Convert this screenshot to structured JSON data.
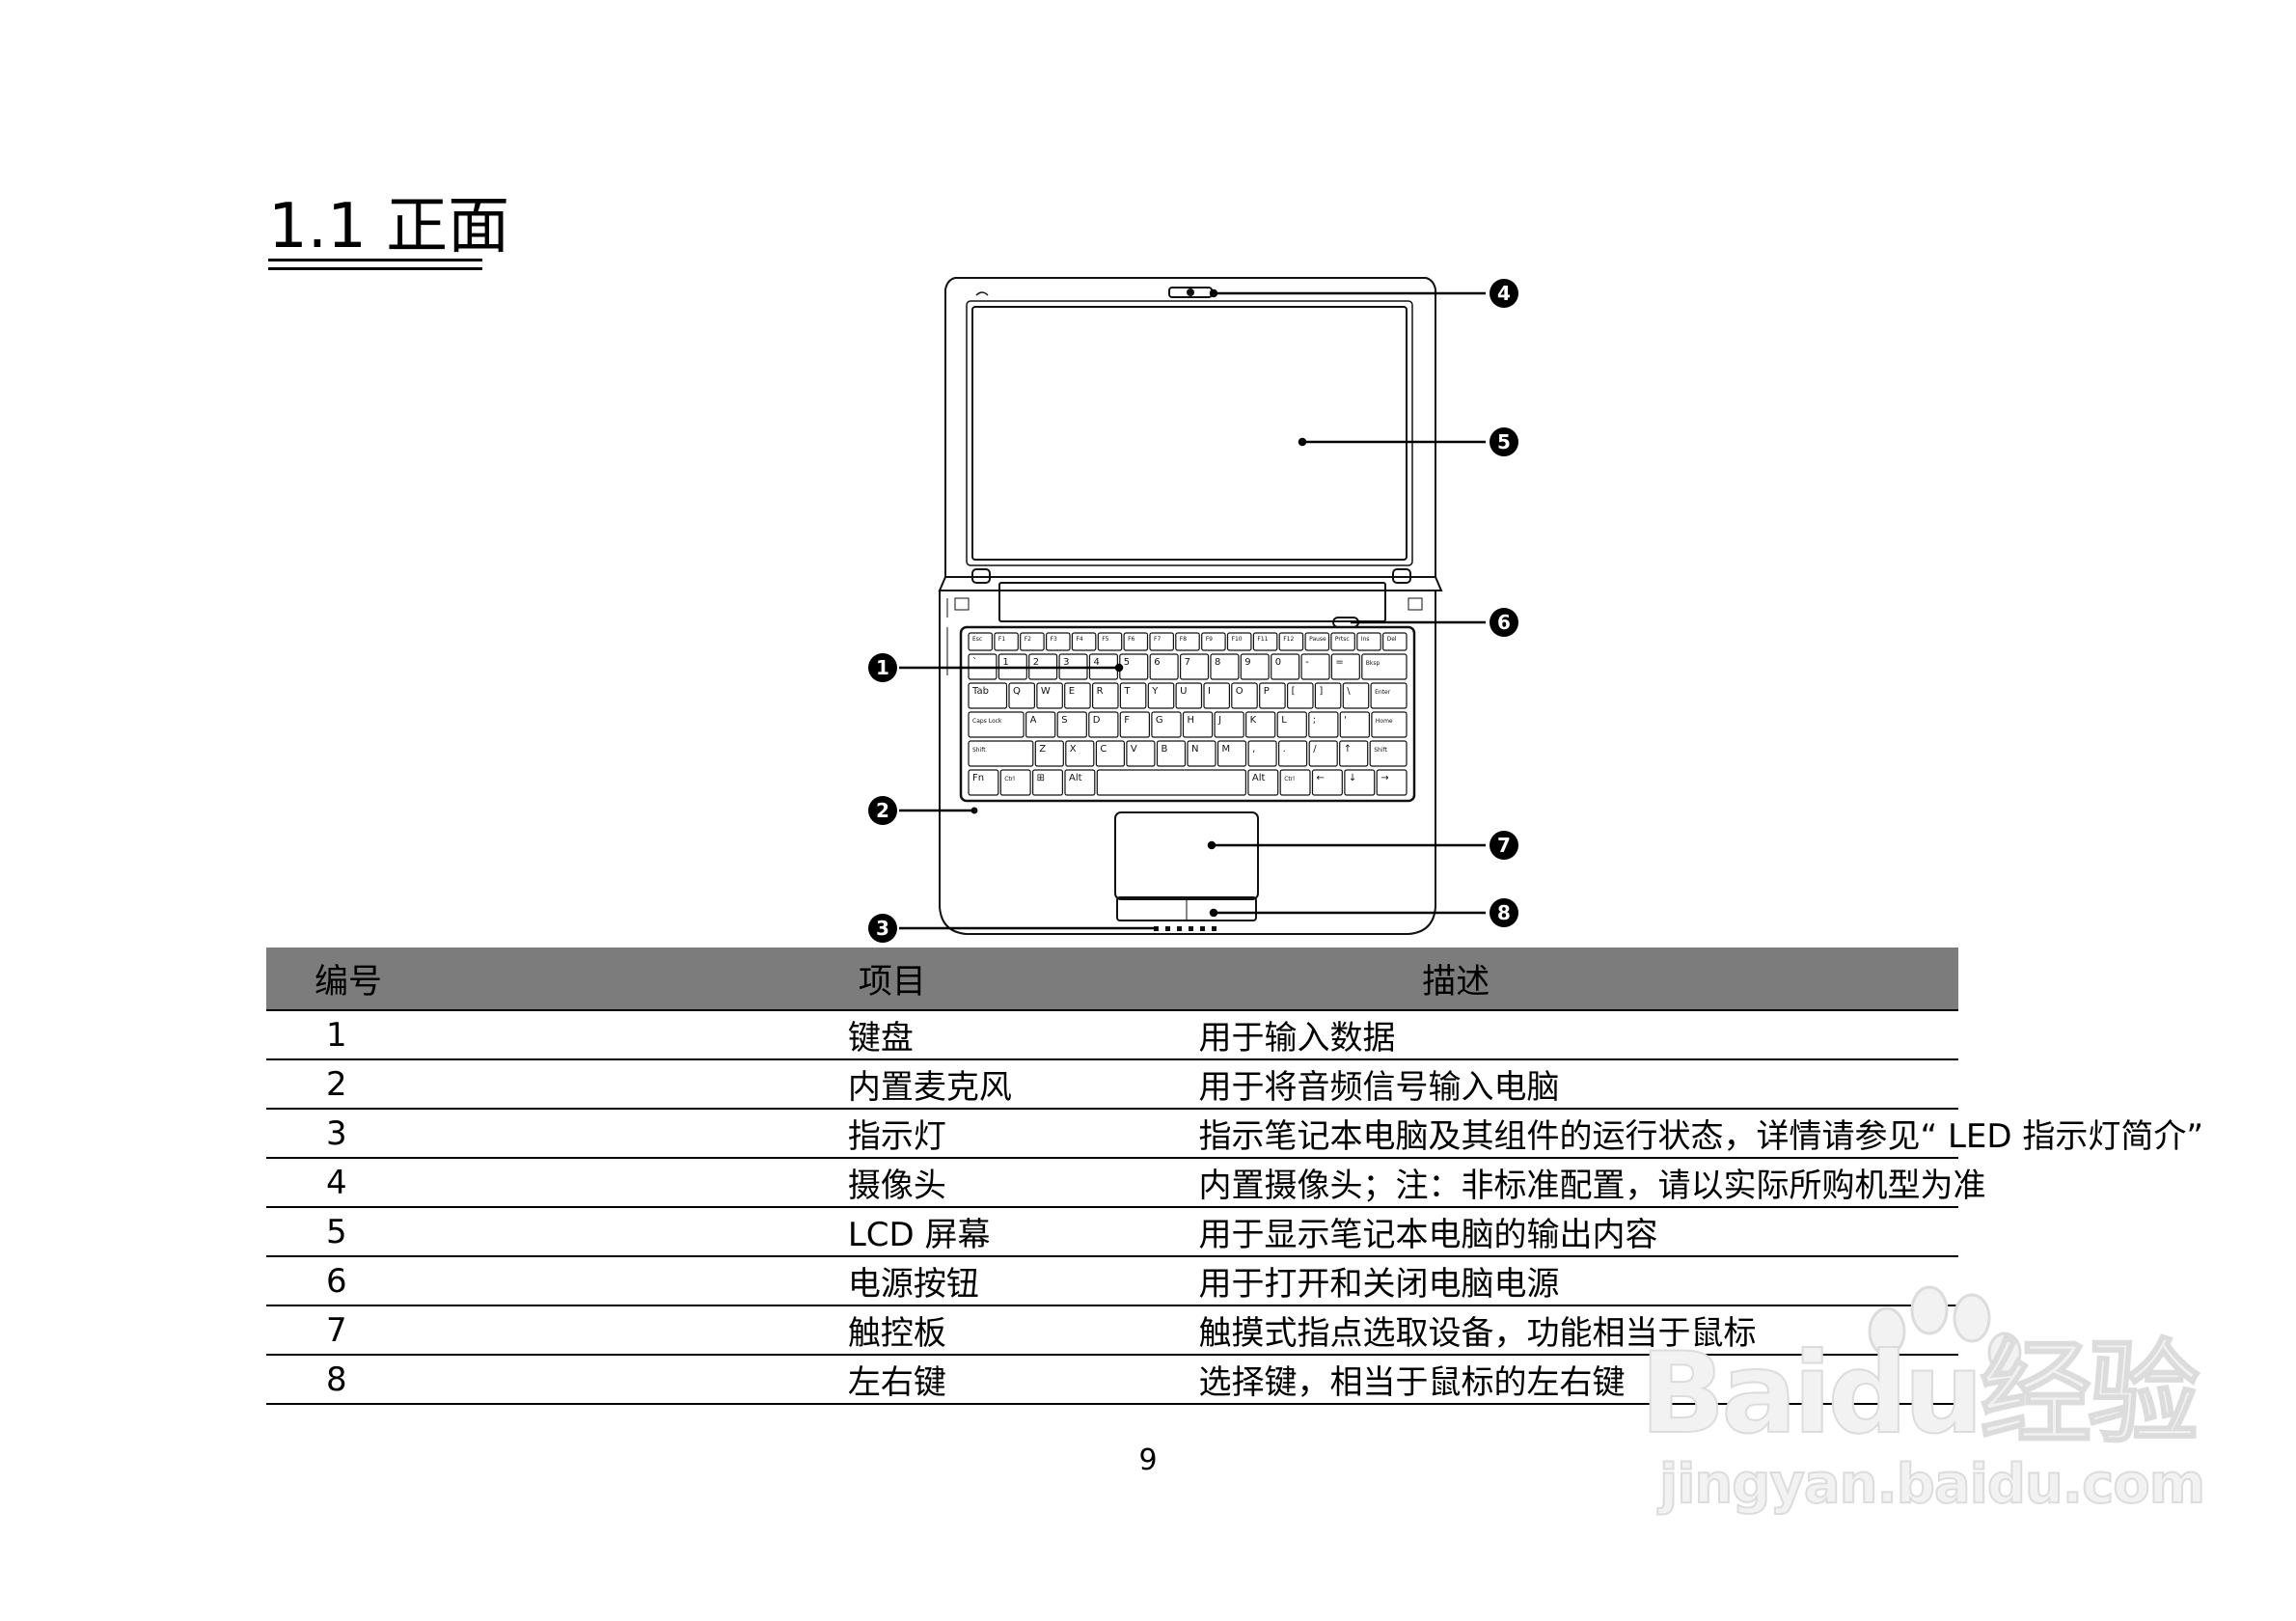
{
  "section": {
    "title": "1.1 正面"
  },
  "callouts": [
    "1",
    "2",
    "3",
    "4",
    "5",
    "6",
    "7",
    "8"
  ],
  "table": {
    "headers": {
      "num": "编号",
      "item": "项目",
      "desc": "描述"
    },
    "rows": [
      {
        "num": "1",
        "item": "键盘",
        "desc": "用于输入数据"
      },
      {
        "num": "2",
        "item": "内置麦克风",
        "desc": "用于将音频信号输入电脑"
      },
      {
        "num": "3",
        "item": "指示灯",
        "desc": "指示笔记本电脑及其组件的运行状态，详情请参见“ LED 指示灯简介”"
      },
      {
        "num": "4",
        "item": "摄像头",
        "desc": "内置摄像头；注：非标准配置，请以实际所购机型为准"
      },
      {
        "num": "5",
        "item": "LCD 屏幕",
        "desc": "用于显示笔记本电脑的输出内容"
      },
      {
        "num": "6",
        "item": "电源按钮",
        "desc": "用于打开和关闭电脑电源"
      },
      {
        "num": "7",
        "item": "触控板",
        "desc": "触摸式指点选取设备，功能相当于鼠标"
      },
      {
        "num": "8",
        "item": "左右键",
        "desc": "选择键，相当于鼠标的左右键"
      }
    ]
  },
  "keyboard": {
    "row0": [
      "Esc",
      "F1",
      "F2",
      "F3",
      "F4",
      "F5",
      "F6",
      "F7",
      "F8",
      "F9",
      "F10",
      "F11",
      "F12",
      "Pause",
      "Prtsc",
      "Ins",
      "Del"
    ],
    "row1": [
      "`",
      "1",
      "2",
      "3",
      "4",
      "5",
      "6",
      "7",
      "8",
      "9",
      "0",
      "-",
      "=",
      "Bksp"
    ],
    "row2": [
      "Tab",
      "Q",
      "W",
      "E",
      "R",
      "T",
      "Y",
      "U",
      "I",
      "O",
      "P",
      "[",
      "]",
      "\\",
      "Enter"
    ],
    "row3": [
      "Caps Lock",
      "A",
      "S",
      "D",
      "F",
      "G",
      "H",
      "J",
      "K",
      "L",
      ";",
      "'",
      "Home"
    ],
    "row4": [
      "Shift",
      "Z",
      "X",
      "C",
      "V",
      "B",
      "N",
      "M",
      ",",
      ".",
      "/",
      "↑",
      "Shift"
    ],
    "row5": [
      "Fn",
      "Ctrl",
      "⊞",
      "Alt",
      "",
      "Alt",
      "Ctrl",
      "←",
      "↓",
      "→"
    ]
  },
  "footer": {
    "page_number": "9"
  },
  "watermark": {
    "brand": "Baidu经验",
    "url": "jingyan.baidu.com"
  },
  "colors": {
    "header_bg": "#7c7c7c",
    "line": "#000000",
    "watermark": "#dcdcdc"
  }
}
